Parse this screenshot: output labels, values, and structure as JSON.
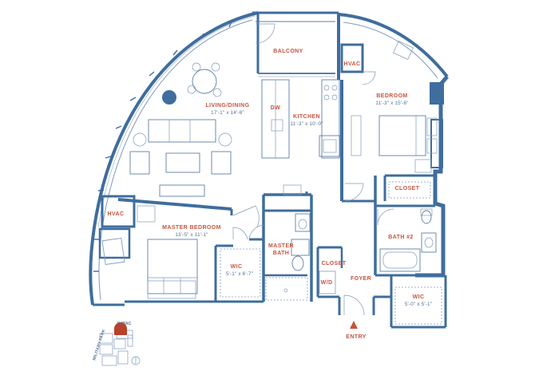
{
  "colors": {
    "wall": "#3f6d9e",
    "line": "#5d7fa5",
    "label": "#c8543e",
    "dimension": "#4f6f91",
    "entry_marker": "#c8543e",
    "key_highlight": "#b8412c"
  },
  "rooms": {
    "balcony": {
      "label": "BALCONY"
    },
    "living_dining": {
      "label": "LIVING/DINING",
      "dimension": "17'-1\" x 14'-6\""
    },
    "kitchen": {
      "label": "KITCHEN",
      "dimension": "11'-3\" x 10'-0\""
    },
    "dishwasher": {
      "label": "DW"
    },
    "bedroom": {
      "label": "BEDROOM",
      "dimension": "11'-3\" x 15'-6\""
    },
    "hvac_top": {
      "label": "HVAC"
    },
    "hvac_left": {
      "label": "HVAC"
    },
    "closet_bedroom": {
      "label": "CLOSET"
    },
    "bath_2": {
      "label": "BATH #2"
    },
    "master_bedroom": {
      "label": "MASTER BEDROOM",
      "dimension": "13'-5\" x 11'-1\""
    },
    "master_bath": {
      "label": "MASTER BATH"
    },
    "wic_master": {
      "label": "WIC",
      "dimension": "5'-1\" x 6'-7\""
    },
    "closet_foyer": {
      "label": "CLOSET"
    },
    "washer_dryer": {
      "label": "W/D"
    },
    "foyer": {
      "label": "FOYER"
    },
    "wic_second": {
      "label": "WIC",
      "dimension": "5'-0\" x 5'-1\""
    },
    "entry": {
      "label": "ENTRY"
    }
  },
  "key_plan": {
    "label_top": "NJPAC",
    "label_side": "MILITARY PARK"
  }
}
